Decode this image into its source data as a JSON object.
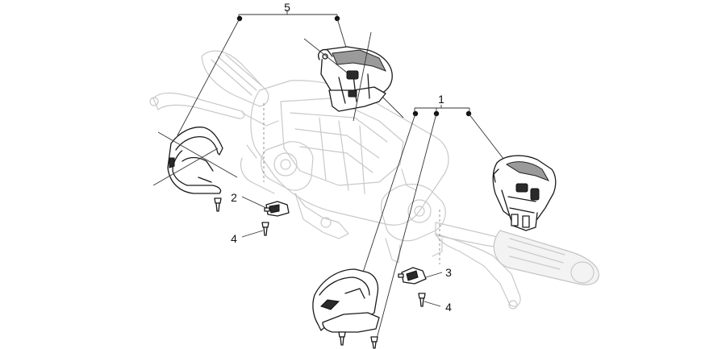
{
  "callouts": {
    "group_5": "5",
    "group_1": "1",
    "item_2": "2",
    "item_3": "3",
    "item_4_left": "4",
    "item_4_right": "4"
  }
}
